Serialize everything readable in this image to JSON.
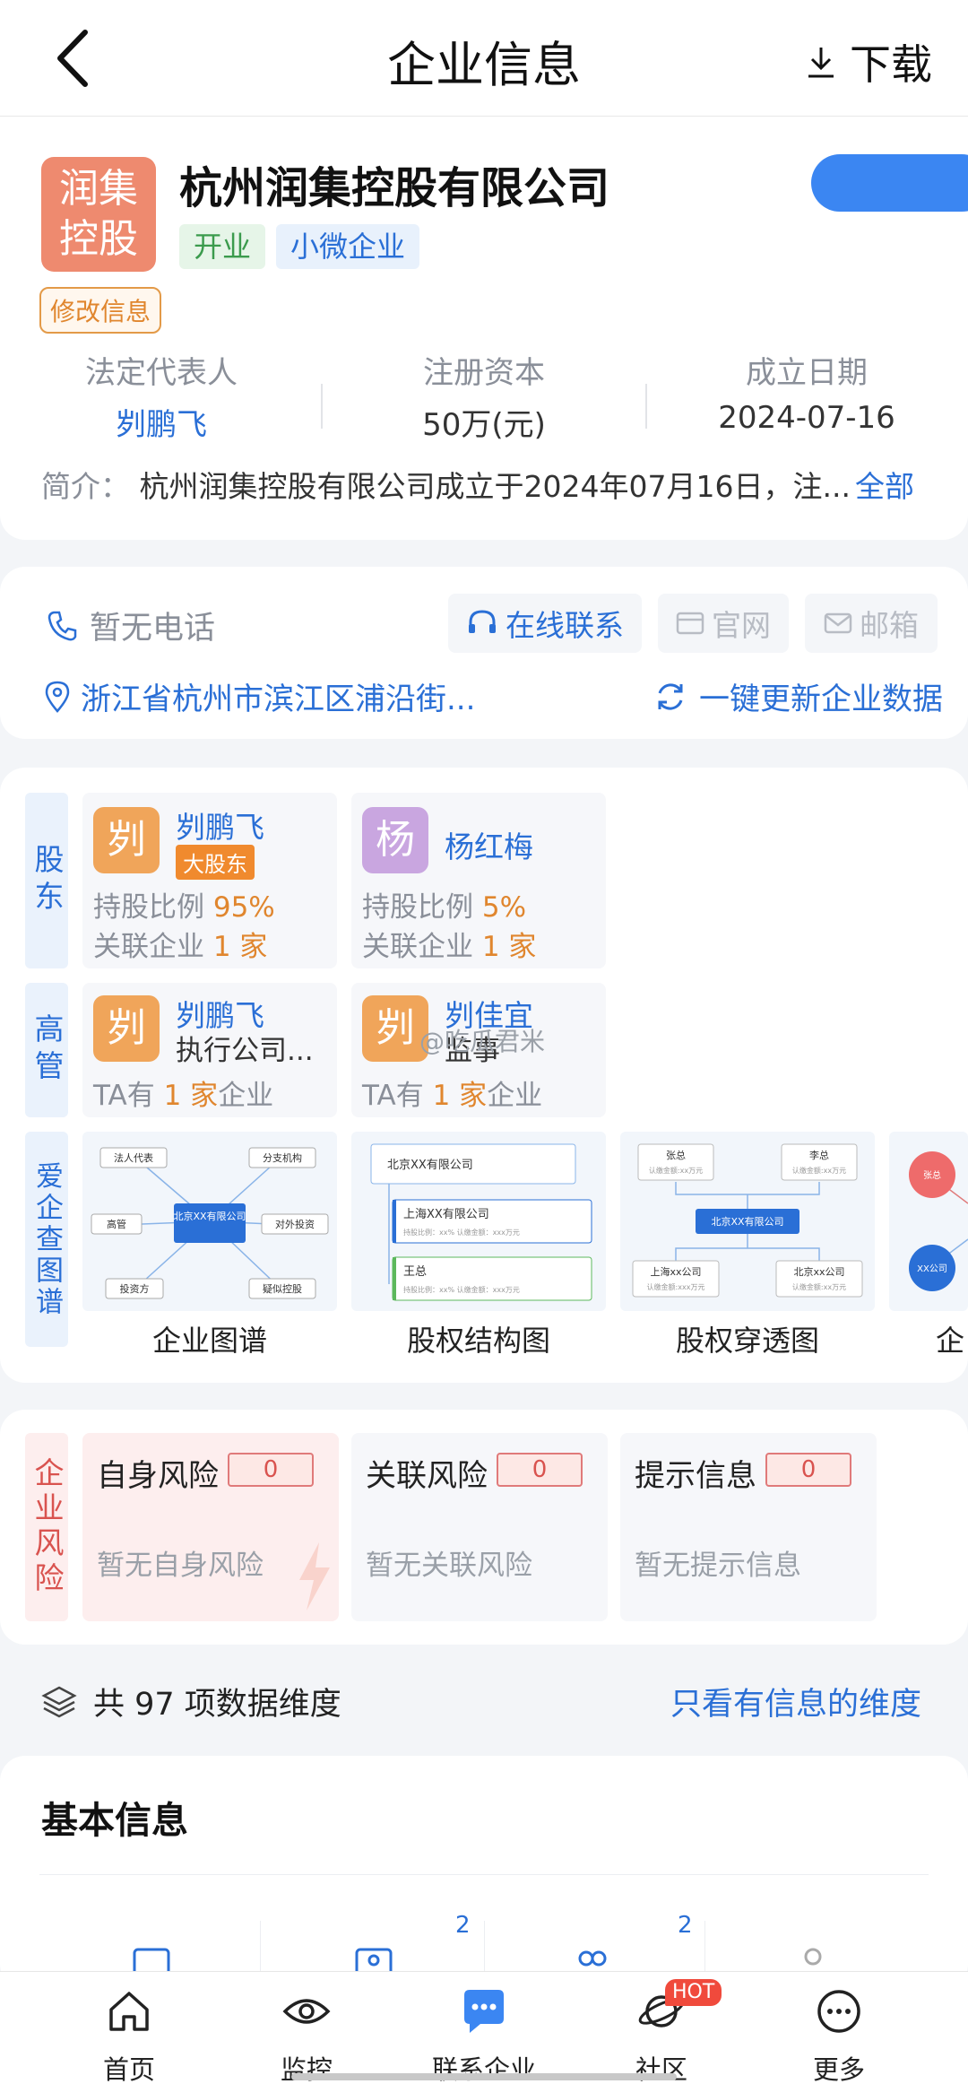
{
  "header": {
    "title": "企业信息",
    "download_label": "下载"
  },
  "company": {
    "logo_text_line1": "润集",
    "logo_text_line2": "控股",
    "name": "杭州润集控股有限公司",
    "tags": [
      {
        "label": "开业",
        "color": "#3b9b4d",
        "bg": "#e6f5e8"
      },
      {
        "label": "小微企业",
        "color": "#2a6fd6",
        "bg": "#e8f1fc"
      }
    ],
    "edit_label": "修改信息",
    "stats": [
      {
        "label": "法定代表人",
        "value": "刿鹏飞"
      },
      {
        "label": "注册资本",
        "value": "50万(元)"
      },
      {
        "label": "成立日期",
        "value": "2024-07-16"
      }
    ],
    "intro_label": "简介：",
    "intro_text": "杭州润集控股有限公司成立于2024年07月16日，注...",
    "intro_more": "全部"
  },
  "contact": {
    "phone": "暂无电话",
    "online": "在线联系",
    "website": "官网",
    "email": "邮箱",
    "address": "浙江省杭州市滨江区浦沿街...",
    "refresh": "一键更新企业数据"
  },
  "shareholders": {
    "side_label": "股东",
    "items": [
      {
        "avatar": "刿",
        "avatar_color": "#f0a55a",
        "name": "刿鹏飞",
        "badge": "大股东",
        "ratio_label": "持股比例",
        "ratio": "95%",
        "related_label": "关联企业",
        "related": "1 家"
      },
      {
        "avatar": "杨",
        "avatar_color": "#c9a6e0",
        "name": "杨红梅",
        "ratio_label": "持股比例",
        "ratio": "5%",
        "related_label": "关联企业",
        "related": "1 家"
      }
    ]
  },
  "executives": {
    "side_label": "高管",
    "items": [
      {
        "avatar": "刿",
        "avatar_color": "#f0a55a",
        "name": "刿鹏飞",
        "role": "执行公司...",
        "ta_prefix": "TA有",
        "ta_count": "1 家",
        "ta_suffix": "企业"
      },
      {
        "avatar": "刿",
        "avatar_color": "#f0a55a",
        "name": "刿佳宜",
        "role": "监事",
        "ta_prefix": "TA有",
        "ta_count": "1 家",
        "ta_suffix": "企业"
      }
    ],
    "watermark": "@吃瓜君米"
  },
  "graphs": {
    "side_label": "爱企查图谱",
    "items": [
      "企业图谱",
      "股权结构图",
      "股权穿透图",
      "企"
    ],
    "graph1_nodes": {
      "center": "北京XX有限公司",
      "n1": "法人代表",
      "n2": "分支机构",
      "n3": "高管",
      "n4": "对外投资",
      "n5": "投资方",
      "n6": "疑似控股"
    },
    "graph2_nodes": {
      "top": "北京XX有限公司",
      "mid": "上海XX有限公司",
      "mid_sub": "持股比例：xx%   认缴金额：xxx万元",
      "bottom": "王总",
      "bottom_sub": "持股比例：xx%   认缴金额：xxx万元"
    },
    "graph3_nodes": {
      "a": "张总",
      "a_sub": "认缴金额:xx万元",
      "b": "李总",
      "b_sub": "认缴金额:xx万元",
      "center": "北京XX有限公司",
      "c": "上海xx公司",
      "c_sub": "认缴金额:xxx万元",
      "d": "北京xx公司",
      "d_sub": "认缴金额:xx万元"
    },
    "graph4_nodes": {
      "a": "张总",
      "b": "XX公司"
    }
  },
  "risk": {
    "side_label": "企业风险",
    "items": [
      {
        "title": "自身风险",
        "count": "0",
        "note": "暂无自身风险"
      },
      {
        "title": "关联风险",
        "count": "0",
        "note": "暂无关联风险"
      },
      {
        "title": "提示信息",
        "count": "0",
        "note": "暂无提示信息"
      }
    ]
  },
  "dimensions": {
    "text": "共 97 项数据维度",
    "filter": "只看有信息的维度"
  },
  "basic": {
    "title": "基本信息",
    "badges": [
      "2",
      "2"
    ]
  },
  "bottom_nav": [
    {
      "label": "首页",
      "icon": "home-icon"
    },
    {
      "label": "监控",
      "icon": "eye-icon"
    },
    {
      "label": "联系企业",
      "icon": "chat-icon"
    },
    {
      "label": "社区",
      "icon": "planet-icon",
      "badge": "HOT"
    },
    {
      "label": "更多",
      "icon": "more-icon"
    }
  ]
}
